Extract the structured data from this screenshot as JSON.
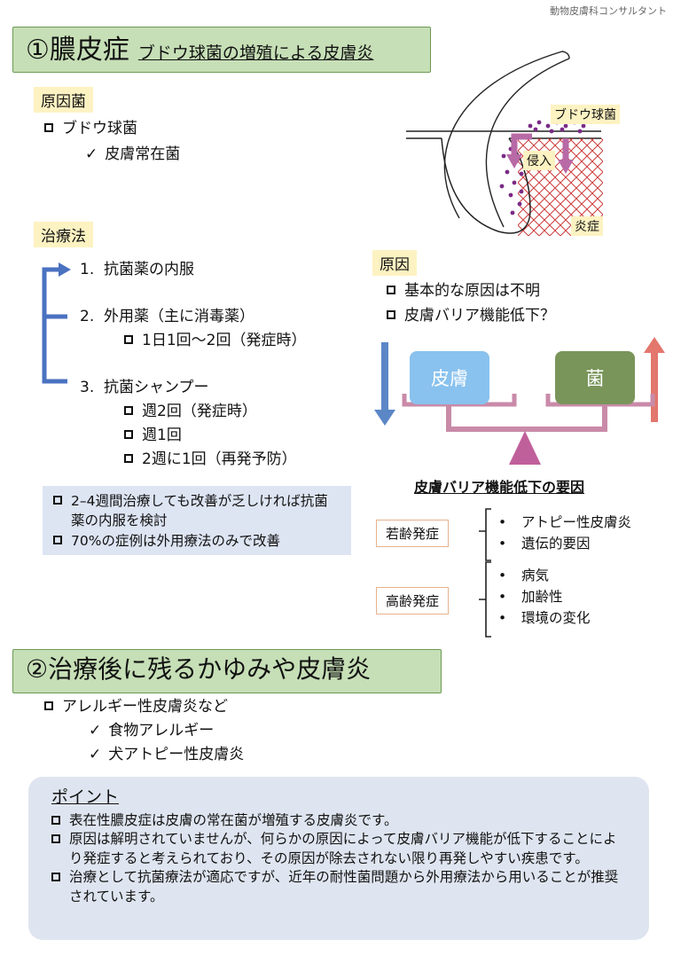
{
  "header": {
    "brand": "動物皮膚科コンサルタント"
  },
  "section1": {
    "title_main": "①膿皮症",
    "title_sub": "ブドウ球菌の増殖による皮膚炎",
    "cause_bacteria": {
      "label": "原因菌",
      "item": "ブドウ球菌",
      "sub": "皮膚常在菌"
    },
    "treatment": {
      "label": "治療法",
      "items": [
        {
          "num": "1.",
          "text": "抗菌薬の内服"
        },
        {
          "num": "2.",
          "text": "外用薬（主に消毒薬）",
          "subs": [
            "1日1回〜2回（発症時）"
          ]
        },
        {
          "num": "3.",
          "text": "抗菌シャンプー",
          "subs": [
            "週2回（発症時）",
            "週1回",
            "2週に1回（再発予防）"
          ]
        }
      ],
      "notes": [
        "2–4週間治療しても改善が乏しければ抗菌薬の内服を検討",
        "70%の症例は外用療法のみで改善"
      ]
    },
    "illustration": {
      "bacteria_label": "ブドウ球菌",
      "invade_label": "侵入",
      "inflammation_label": "炎症"
    },
    "cause": {
      "label": "原因",
      "items": [
        "基本的な原因は不明",
        "皮膚バリア機能低下？"
      ]
    },
    "scale": {
      "left": "皮膚",
      "right": "菌",
      "title": "皮膚バリア機能低下の要因"
    },
    "factors": [
      {
        "label": "若齢発症",
        "items": [
          "アトピー性皮膚炎",
          "遺伝的要因"
        ]
      },
      {
        "label": "高齢発症",
        "items": [
          "病気",
          "加齢性",
          "環境の変化"
        ]
      }
    ]
  },
  "section2": {
    "title": "②治療後に残るかゆみや皮膚炎",
    "item": "アレルギー性皮膚炎など",
    "subs": [
      "食物アレルギー",
      "犬アトピー性皮膚炎"
    ]
  },
  "point": {
    "title": "ポイント",
    "items": [
      "表在性膿皮症は皮膚の常在菌が増殖する皮膚炎です。",
      "原因は解明されていませんが、何らかの原因によって皮膚バリア機能が低下することにより発症すると考えられており、その原因が除去されない限り再発しやすい疾患です。",
      "治療として抗菌療法が適応ですが、近年の耐性菌問題から外用療法から用いることが推奨されています。"
    ]
  },
  "colors": {
    "banner_bg": "#c6dfb6",
    "skin_box": "#89c2ee",
    "bacteria_box": "#79955a",
    "scale_pink": "#c98aa8",
    "arrow_blue": "#5b87c7",
    "arrow_red": "#e3766d",
    "bracket_blue": "#4a72c0"
  }
}
